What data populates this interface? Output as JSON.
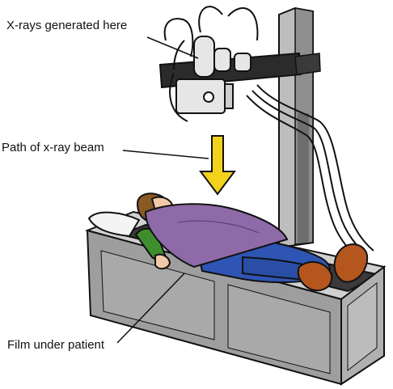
{
  "labels": {
    "xrays_generated": "X-rays generated here",
    "beam_path": "Path of x-ray beam",
    "film": "Film under patient"
  },
  "colors": {
    "outline": "#111111",
    "column": "#bdbdbd",
    "column_shadow": "#7a7a7a",
    "arm": "#2b2b2b",
    "tube": "#e6e6e6",
    "arrow": "#f2d21b",
    "table_side": "#9e9e9e",
    "table_top": "#d0d0d0",
    "film": "#3a3a3a",
    "blanket": "#8e6aa8",
    "jeans": "#2f55b4",
    "sleeve": "#3f8e2e",
    "skin": "#f1c9a6",
    "hair": "#8a5a25",
    "shoes": "#b5561f",
    "pillow": "#f4f4f4"
  }
}
